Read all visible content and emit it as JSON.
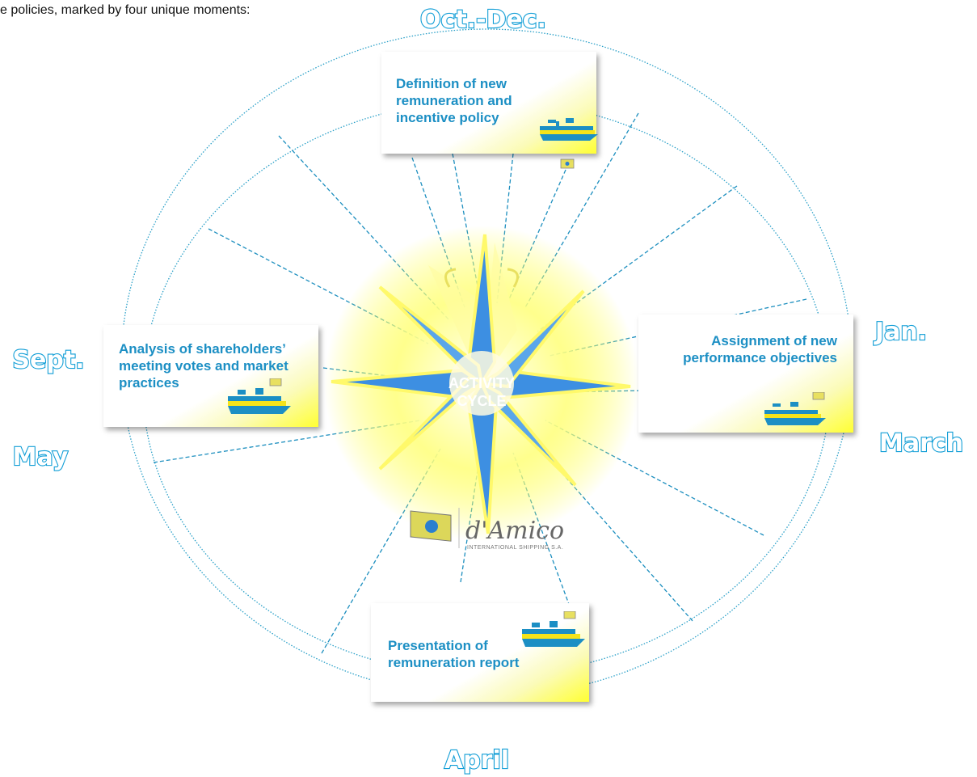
{
  "intro_text": "e policies, marked by four unique moments:",
  "months": {
    "oct_dec": "Oct.-Dec.",
    "jan": "Jan.",
    "march": "March",
    "april": "April",
    "may": "May",
    "sept": "Sept."
  },
  "center": {
    "line1": "ACTIVITY",
    "line2": "CYCLE"
  },
  "boxes": {
    "definition": "Definition of new remuneration and incentive policy",
    "assignment": "Assignment of new performance objectives",
    "presentation": "Presentation of remuneration report",
    "analysis": "Analysis of shareholders’ meeting votes and market practices"
  },
  "logo": {
    "name": "d'Amico",
    "subtitle": "INTERNATIONAL SHIPPING S.A."
  },
  "colors": {
    "accent": "#1c8fc4",
    "outline": "#0f9dd6",
    "yellow": "#ffff33",
    "star_blue": "#3a8fe0"
  }
}
